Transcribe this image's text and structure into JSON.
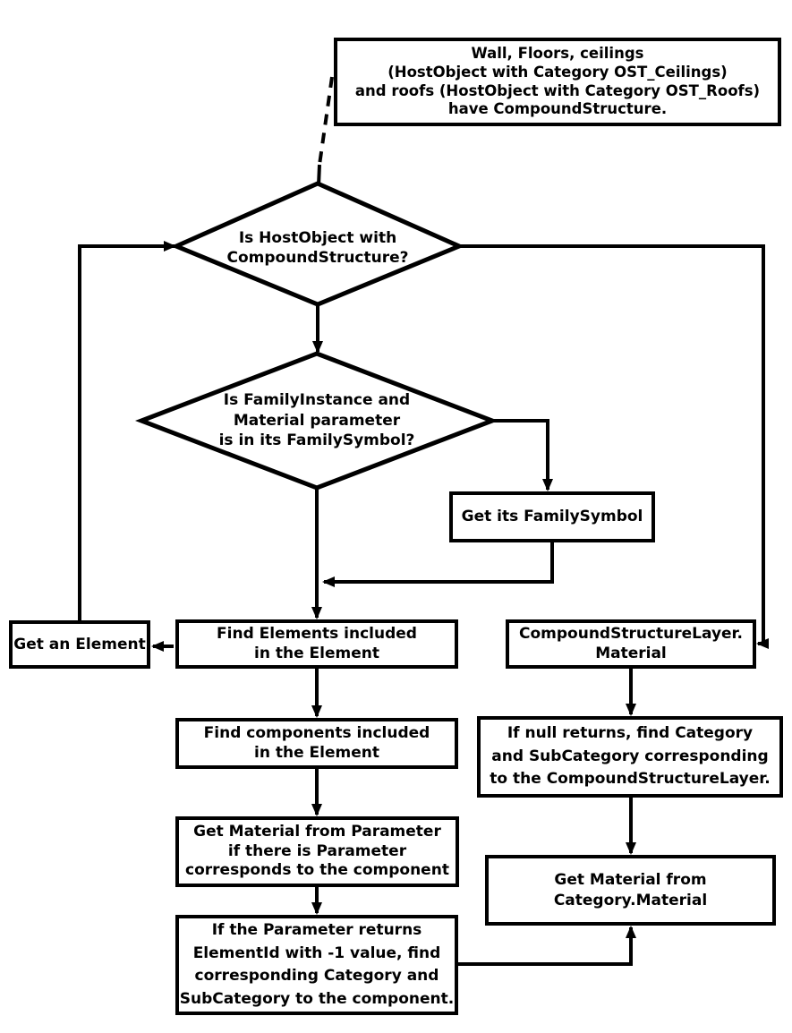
{
  "colors": {
    "background": "#ffffff",
    "stroke": "#000000",
    "text": "#000000"
  },
  "nodes": {
    "note": "Wall, Floors, ceilings\n(HostObject with Category OST_Ceilings)\nand roofs (HostObject with Category OST_Roofs)\nhave CompoundStructure.",
    "decision_compound": "Is HostObject with\nCompoundStructure?",
    "decision_family": "Is FamilyInstance and\nMaterial parameter\nis in its FamilySymbol?",
    "get_family_symbol": "Get its FamilySymbol",
    "get_an_element": "Get an Element",
    "find_elements": "Find Elements included\nin the Element",
    "compound_layer_material": "CompoundStructureLayer.\nMaterial",
    "find_components": "Find components included\nin the Element",
    "if_null_returns": "If null returns, find Category\nand SubCategory corresponding\nto the CompoundStructureLayer.",
    "get_material_parameter": "Get Material from Parameter\nif there is Parameter\ncorresponds to the component",
    "get_material_category": "Get Material from\nCategory.Material",
    "if_parameter_returns": "If the Parameter returns\nElementId with -1 value, find\ncorresponding Category and\nSubCategory to the component."
  }
}
